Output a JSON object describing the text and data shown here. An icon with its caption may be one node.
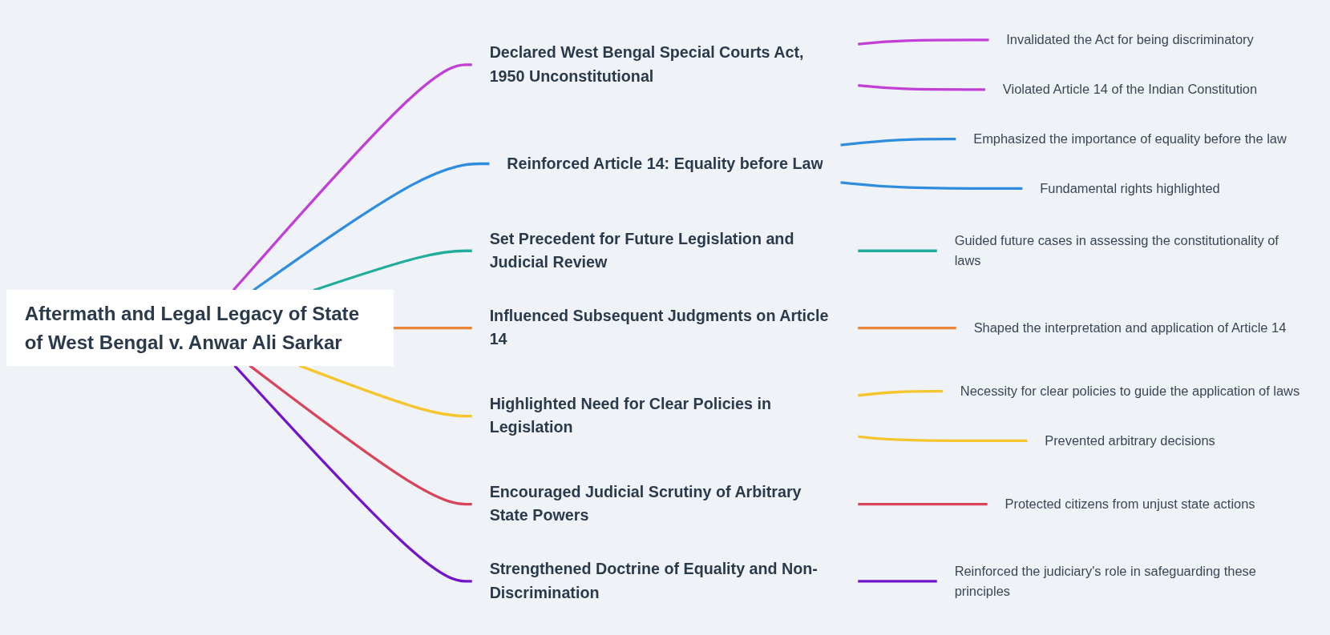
{
  "diagram": {
    "nodes": [
      {
        "text": [
          "Aftermath and Legal Legacy of State of West Bengal v. Anwar Ali Sarkar"
        ]
      },
      {
        "text": [
          "Declared West Bengal Special Courts Act, 1950 Unconstitutional"
        ]
      },
      {
        "text": [
          "Invalidated the Act for being discriminatory"
        ]
      },
      {
        "text": [
          "Violated Article 14 of the Indian Constitution"
        ]
      },
      {
        "text": [
          "Reinforced Article 14: Equality before Law"
        ]
      },
      {
        "text": [
          "Emphasized the importance of equality before the law"
        ]
      },
      {
        "text": [
          "Fundamental rights highlighted"
        ]
      },
      {
        "text": [
          "Set Precedent for Future Legislation and Judicial Review"
        ]
      },
      {
        "text": [
          "Guided future cases in assessing the constitutionality of laws"
        ]
      },
      {
        "text": [
          "Influenced Subsequent Judgments on Article 14"
        ]
      },
      {
        "text": [
          "Shaped the interpretation and application of Article 14"
        ]
      },
      {
        "text": [
          "Highlighted Need for Clear Policies in Legislation"
        ]
      },
      {
        "text": [
          "Necessity for clear policies to guide the application of laws"
        ]
      },
      {
        "text": [
          "Prevented arbitrary decisions"
        ]
      },
      {
        "text": [
          "Encouraged Judicial Scrutiny of Arbitrary State Powers"
        ]
      },
      {
        "text": [
          "Protected citizens from unjust state actions"
        ]
      },
      {
        "text": [
          "Strengthened Doctrine of Equality and Non-Discrimination"
        ]
      },
      {
        "text": [
          "Reinforced the judiciary's role in safeguarding these principles"
        ]
      }
    ],
    "edges": [
      {
        "from": 0,
        "to": 1,
        "arrow": "none",
        "color": "#c13fd6"
      },
      {
        "from": 1,
        "to": 2,
        "arrow": "none",
        "color": "#c13fd6"
      },
      {
        "from": 1,
        "to": 3,
        "arrow": "none",
        "color": "#c13fd6"
      },
      {
        "from": 0,
        "to": 4,
        "arrow": "none",
        "color": "#2f8de0"
      },
      {
        "from": 4,
        "to": 5,
        "arrow": "none",
        "color": "#2f8de0"
      },
      {
        "from": 4,
        "to": 6,
        "arrow": "none",
        "color": "#2f8de0"
      },
      {
        "from": 0,
        "to": 7,
        "arrow": "none",
        "color": "#21ad9b"
      },
      {
        "from": 7,
        "to": 8,
        "arrow": "none",
        "color": "#21ad9b"
      },
      {
        "from": 0,
        "to": 9,
        "arrow": "none",
        "color": "#ea8537"
      },
      {
        "from": 9,
        "to": 10,
        "arrow": "none",
        "color": "#ea8537"
      },
      {
        "from": 0,
        "to": 11,
        "arrow": "none",
        "color": "#f6c42c"
      },
      {
        "from": 11,
        "to": 12,
        "arrow": "none",
        "color": "#f6c42c"
      },
      {
        "from": 11,
        "to": 13,
        "arrow": "none",
        "color": "#f6c42c"
      },
      {
        "from": 0,
        "to": 14,
        "arrow": "none",
        "color": "#d9445a"
      },
      {
        "from": 14,
        "to": 15,
        "arrow": "none",
        "color": "#d9445a"
      },
      {
        "from": 0,
        "to": 16,
        "arrow": "none",
        "color": "#7414c9"
      },
      {
        "from": 16,
        "to": 17,
        "arrow": "none",
        "color": "#7414c9"
      }
    ]
  }
}
